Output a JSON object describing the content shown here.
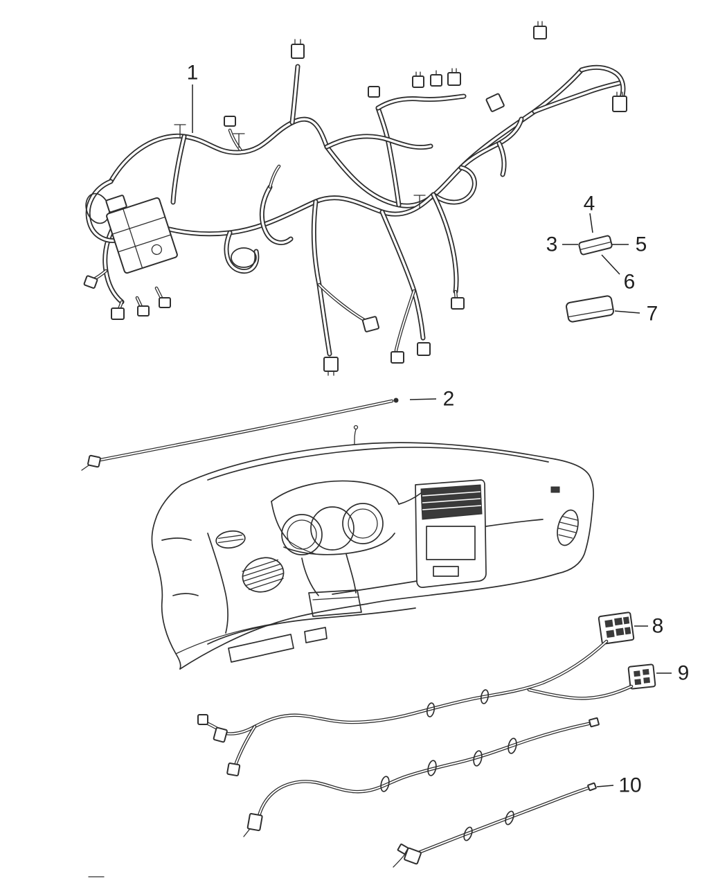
{
  "diagram": {
    "type": "parts-diagram",
    "subject": "instrument-panel-wiring",
    "colors": {
      "line": "#2e2e2e",
      "background": "#ffffff",
      "fill_dark": "#3a3a3a"
    },
    "callouts": [
      {
        "label": "1"
      },
      {
        "label": "2"
      },
      {
        "label": "3"
      },
      {
        "label": "4"
      },
      {
        "label": "5"
      },
      {
        "label": "6"
      },
      {
        "label": "7"
      },
      {
        "label": "8"
      },
      {
        "label": "9"
      },
      {
        "label": "10"
      }
    ]
  }
}
